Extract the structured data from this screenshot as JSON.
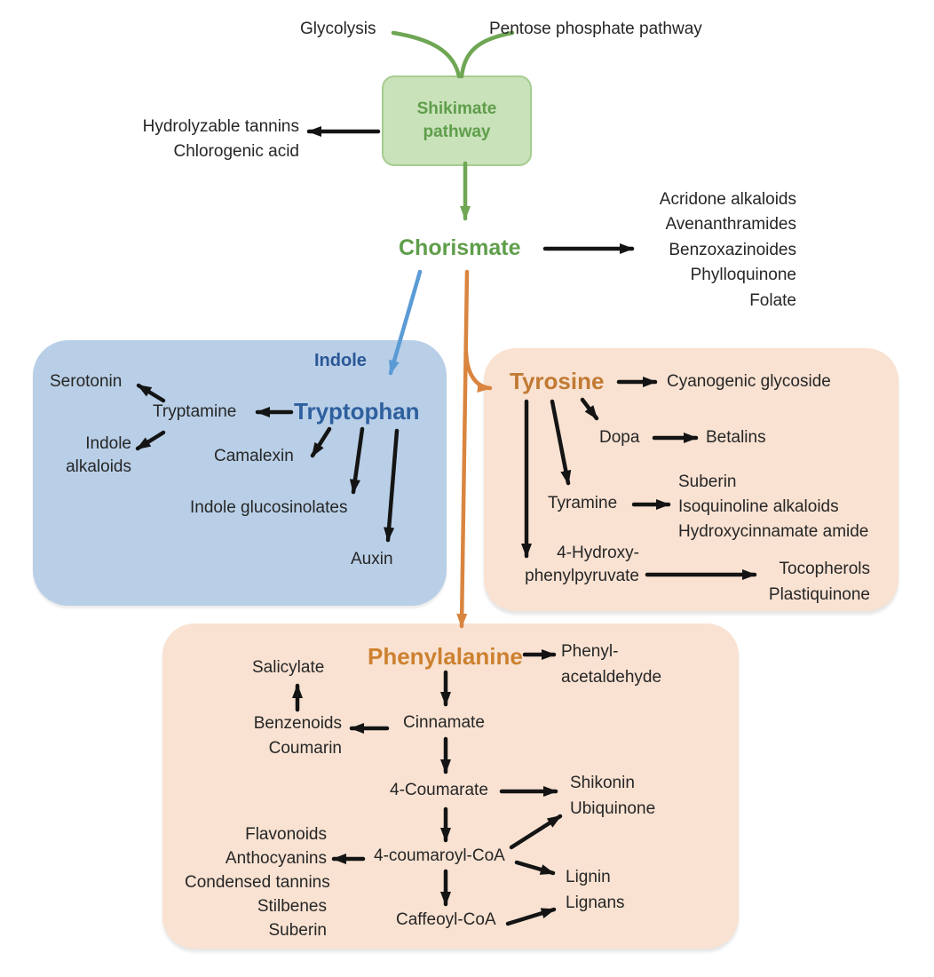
{
  "top": {
    "glycolysis": "Glycolysis",
    "pentose": "Pentose phosphate pathway",
    "shikimate_line1": "Shikimate",
    "shikimate_line2": "pathway",
    "tannins_line1": "Hydrolyzable tannins",
    "tannins_line2": "Chlorogenic acid",
    "chorismate": "Chorismate",
    "chorismate_products": [
      "Acridone alkaloids",
      "Avenanthramides",
      "Benzoxazinoides",
      "Phylloquinone",
      "Folate"
    ]
  },
  "tryptophan_box": {
    "indole": "Indole",
    "tryptophan": "Tryptophan",
    "tryptamine": "Tryptamine",
    "serotonin": "Serotonin",
    "indole_alkaloids_line1": "Indole",
    "indole_alkaloids_line2": "alkaloids",
    "camalexin": "Camalexin",
    "indole_glucosinolates": "Indole glucosinolates",
    "auxin": "Auxin"
  },
  "tyrosine_box": {
    "tyrosine": "Tyrosine",
    "cyanogenic_glycoside": "Cyanogenic glycoside",
    "dopa": "Dopa",
    "betalins": "Betalins",
    "tyramine": "Tyramine",
    "tyramine_products": [
      "Suberin",
      "Isoquinoline alkaloids",
      "Hydroxycinnamate amide"
    ],
    "hydroxyphenylpyruvate_line1": "4-Hydroxy-",
    "hydroxyphenylpyruvate_line2": "phenylpyruvate",
    "hpp_products": [
      "Tocopherols",
      "Plastiquinone"
    ]
  },
  "phenylalanine_box": {
    "phenylalanine": "Phenylalanine",
    "phenylacetaldehyde_line1": "Phenyl-",
    "phenylacetaldehyde_line2": "acetaldehyde",
    "salicylate": "Salicylate",
    "benzenoids_line1": "Benzenoids",
    "benzenoids_line2": "Coumarin",
    "cinnamate": "Cinnamate",
    "coumarate": "4-Coumarate",
    "shikonin_line1": "Shikonin",
    "shikonin_line2": "Ubiquinone",
    "coumaroyl_coa": "4-coumaroyl-CoA",
    "coumaroyl_products": [
      "Flavonoids",
      "Anthocyanins",
      "Condensed tannins",
      "Stilbenes",
      "Suberin"
    ],
    "lignin_line1": "Lignin",
    "lignin_line2": "Lignans",
    "caffeoyl_coa": "Caffeoyl-CoA"
  },
  "colors": {
    "green_box": "#c9e2ba",
    "green_box_border": "#a6cc90",
    "green_text": "#5f9e4b",
    "green_arrow": "#6fa654",
    "blue_box": "#b9cfe7",
    "blue_text": "#2e5f9e",
    "indole_text": "#2b5797",
    "blue_arrow": "#5b9bd5",
    "peach_box": "#f9e2d2",
    "tyrosine_text": "#c07a33",
    "phenylalanine_text": "#cd8130",
    "orange_arrow": "#d98540",
    "arrow_black": "#141414",
    "label_text": "#262626"
  }
}
